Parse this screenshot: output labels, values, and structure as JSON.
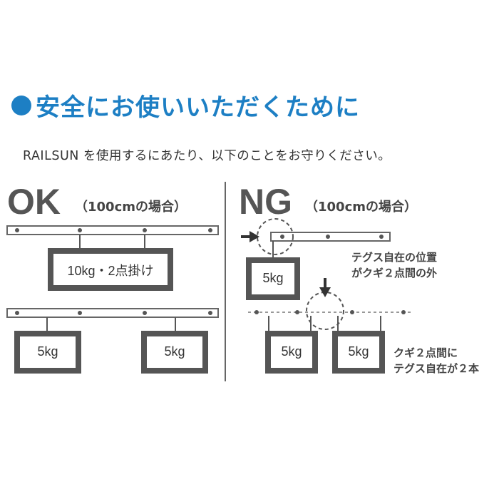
{
  "heading": {
    "text": "安全にお使いいただくために",
    "color": "#1d7fc4"
  },
  "instruction": "RAILSUN を使用するにあたり、以下のことをお守りください。",
  "ok": {
    "label": "OK",
    "condition": "（100cmの場合）",
    "single_box": "10kg・2点掛け",
    "left_box": "5kg",
    "right_box": "5kg"
  },
  "ng": {
    "label": "NG",
    "condition": "（100cmの場合）",
    "top_box": "5kg",
    "note1_line1": "テグス自在の位置",
    "note1_line2": "がクギ２点間の外",
    "left_box": "5kg",
    "right_box": "5kg",
    "note2_line1": "クギ２点間に",
    "note2_line2": "テグス自在が２本"
  }
}
